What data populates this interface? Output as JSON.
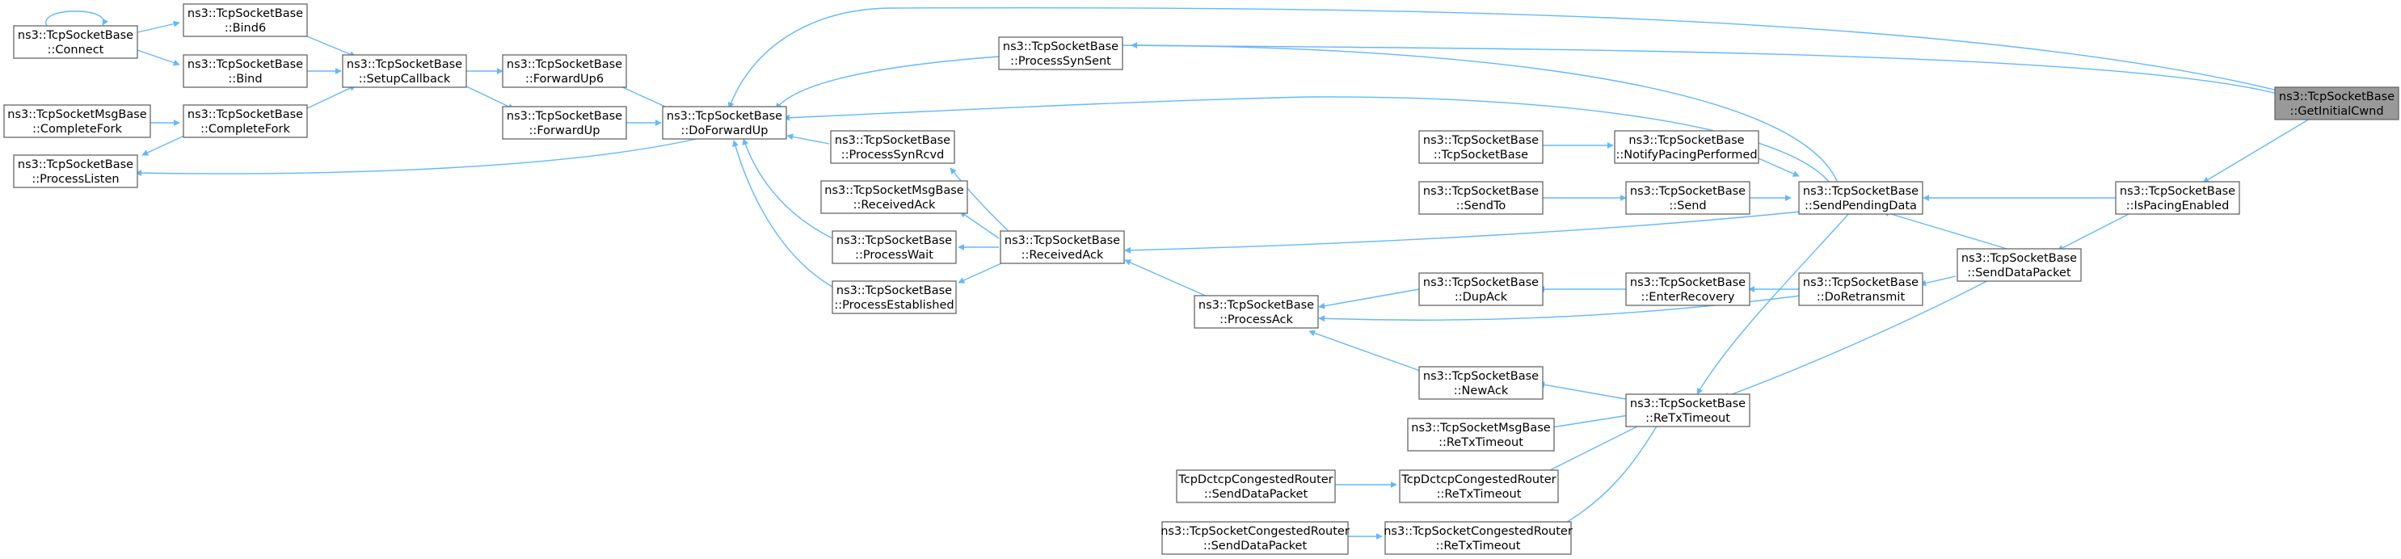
{
  "nodes": {
    "connect": [
      "ns3::TcpSocketBase",
      "::Connect"
    ],
    "bind6": [
      "ns3::TcpSocketBase",
      "::Bind6"
    ],
    "bind": [
      "ns3::TcpSocketBase",
      "::Bind"
    ],
    "msg_completefork": [
      "ns3::TcpSocketMsgBase",
      "::CompleteFork"
    ],
    "completefork": [
      "ns3::TcpSocketBase",
      "::CompleteFork"
    ],
    "processlisten": [
      "ns3::TcpSocketBase",
      "::ProcessListen"
    ],
    "setupcallback": [
      "ns3::TcpSocketBase",
      "::SetupCallback"
    ],
    "forwardup6": [
      "ns3::TcpSocketBase",
      "::ForwardUp6"
    ],
    "forwardup": [
      "ns3::TcpSocketBase",
      "::ForwardUp"
    ],
    "doforwardup": [
      "ns3::TcpSocketBase",
      "::DoForwardUp"
    ],
    "processsynsent": [
      "ns3::TcpSocketBase",
      "::ProcessSynSent"
    ],
    "processsynrcvd": [
      "ns3::TcpSocketBase",
      "::ProcessSynRcvd"
    ],
    "msg_receivedack": [
      "ns3::TcpSocketMsgBase",
      "::ReceivedAck"
    ],
    "processwait": [
      "ns3::TcpSocketBase",
      "::ProcessWait"
    ],
    "processestablished": [
      "ns3::TcpSocketBase",
      "::ProcessEstablished"
    ],
    "receivedack": [
      "ns3::TcpSocketBase",
      "::ReceivedAck"
    ],
    "processack": [
      "ns3::TcpSocketBase",
      "::ProcessAck"
    ],
    "tcpsocketbase": [
      "ns3::TcpSocketBase",
      "::TcpSocketBase"
    ],
    "sendto": [
      "ns3::TcpSocketBase",
      "::SendTo"
    ],
    "dupack": [
      "ns3::TcpSocketBase",
      "::DupAck"
    ],
    "newack": [
      "ns3::TcpSocketBase",
      "::NewAck"
    ],
    "msg_retxtimeout": [
      "ns3::TcpSocketMsgBase",
      "::ReTxTimeout"
    ],
    "dctcp_senddatapacket": [
      "TcpDctcpCongestedRouter",
      "::SendDataPacket"
    ],
    "dctcp_retxtimeout": [
      "TcpDctcpCongestedRouter",
      "::ReTxTimeout"
    ],
    "congested_senddatapacket": [
      "ns3::TcpSocketCongestedRouter",
      "::SendDataPacket"
    ],
    "congested_retxtimeout": [
      "ns3::TcpSocketCongestedRouter",
      "::ReTxTimeout"
    ],
    "notifypacingperformed": [
      "ns3::TcpSocketBase",
      "::NotifyPacingPerformed"
    ],
    "send": [
      "ns3::TcpSocketBase",
      "::Send"
    ],
    "enterrecovery": [
      "ns3::TcpSocketBase",
      "::EnterRecovery"
    ],
    "retxtimeout": [
      "ns3::TcpSocketBase",
      "::ReTxTimeout"
    ],
    "sendpendingdata": [
      "ns3::TcpSocketBase",
      "::SendPendingData"
    ],
    "doretransmit": [
      "ns3::TcpSocketBase",
      "::DoRetransmit"
    ],
    "senddatapacket": [
      "ns3::TcpSocketBase",
      "::SendDataPacket"
    ],
    "ispacingenabled": [
      "ns3::TcpSocketBase",
      "::IsPacingEnabled"
    ],
    "getinitialcwnd": [
      "ns3::TcpSocketBase",
      "::GetInitialCwnd"
    ]
  },
  "colors": {
    "edge": "#63b8ff",
    "node_border": "#666666",
    "selected_fill": "#999999"
  }
}
